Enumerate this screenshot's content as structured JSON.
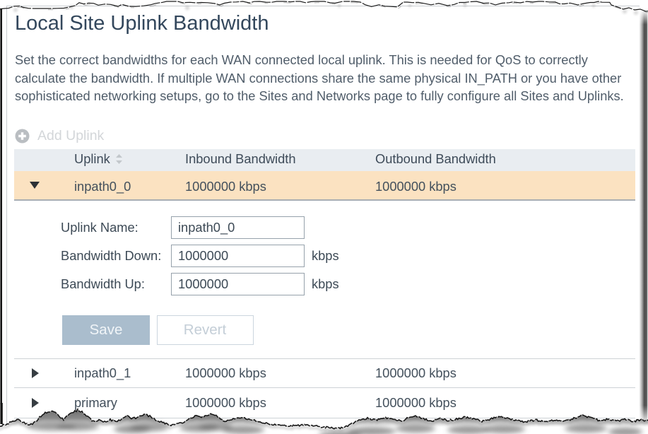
{
  "page": {
    "title": "Local Site Uplink Bandwidth",
    "description_lines": [
      "Set the correct bandwidths for each WAN connected local uplink. This is needed for QoS to correctly",
      "calculate the bandwidth. If multiple WAN connections share the same physical IN_PATH or you have other",
      "sophisticated networking setups, go to the Sites and Networks page to fully configure all Sites and Uplinks."
    ]
  },
  "toolbar": {
    "add_uplink_label": "Add Uplink"
  },
  "table": {
    "columns": {
      "uplink": "Uplink",
      "inbound": "Inbound Bandwidth",
      "outbound": "Outbound Bandwidth"
    },
    "rows": [
      {
        "uplink": "inpath0_0",
        "inbound": "1000000 kbps",
        "outbound": "1000000 kbps",
        "expanded": true
      },
      {
        "uplink": "inpath0_1",
        "inbound": "1000000 kbps",
        "outbound": "1000000 kbps",
        "expanded": false
      },
      {
        "uplink": "primary",
        "inbound": "1000000 kbps",
        "outbound": "1000000 kbps",
        "expanded": false
      }
    ]
  },
  "form": {
    "uplink_name_label": "Uplink Name:",
    "uplink_name_value": "inpath0_0",
    "bandwidth_down_label": "Bandwidth Down:",
    "bandwidth_down_value": "1000000",
    "bandwidth_up_label": "Bandwidth Up:",
    "bandwidth_up_value": "1000000",
    "unit": "kbps",
    "save_label": "Save",
    "revert_label": "Revert"
  },
  "colors": {
    "title-color": "#33475c",
    "body-color": "#505d6a",
    "header-bg": "#e9edf1",
    "header-text": "#3e4b59",
    "row-text": "#43505c",
    "selected-row": "#fbe2c1",
    "save-bg": "#aabdcd",
    "save-text": "#f1f5f8",
    "input-border": "#96a1ab",
    "label-color": "#3d4a56",
    "disabled-text": "#d3d6d9",
    "revert-border": "#cbd5de",
    "revert-text": "#c4ced7",
    "frame-border": "#c8ccd0",
    "strong-border": "#a9aeb3",
    "light-border": "#cdd2d6"
  }
}
